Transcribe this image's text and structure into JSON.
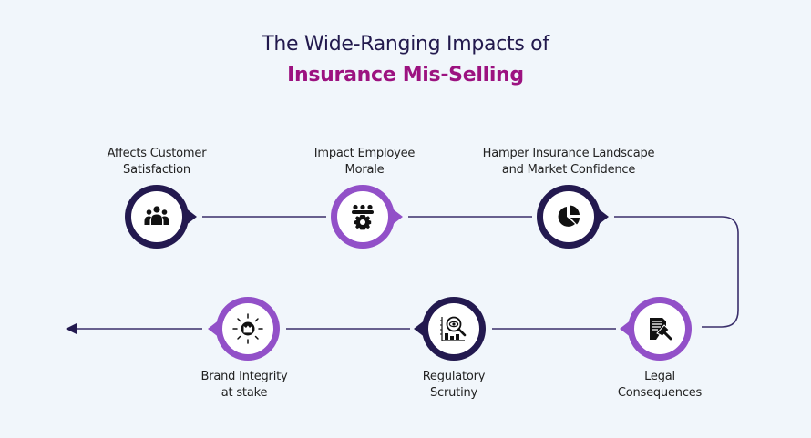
{
  "title": {
    "line1": "The Wide-Ranging Impacts of",
    "line2": "Insurance Mis-Selling"
  },
  "colors": {
    "background": "#f1f6fb",
    "title_dark": "#22194d",
    "title_accent": "#9c1280",
    "navy": "#23194f",
    "purple": "#9250c8",
    "connector": "#3a2f6b",
    "icon": "#111111"
  },
  "steps": [
    {
      "label_line1": "Affects Customer",
      "label_line2": "Satisfaction",
      "icon": "people-group-icon",
      "ring": "navy"
    },
    {
      "label_line1": "Impact Employee",
      "label_line2": "Morale",
      "icon": "team-gear-icon",
      "ring": "purple"
    },
    {
      "label_line1": "Hamper Insurance Landscape",
      "label_line2": "and Market Confidence",
      "icon": "pie-chart-icon",
      "ring": "navy"
    },
    {
      "label_line1": "Legal",
      "label_line2": "Consequences",
      "icon": "legal-document-gavel-icon",
      "ring": "purple"
    },
    {
      "label_line1": "Regulatory",
      "label_line2": "Scrutiny",
      "icon": "magnifier-eye-chart-icon",
      "ring": "navy"
    },
    {
      "label_line1": "Brand Integrity",
      "label_line2": "at stake",
      "icon": "brand-crown-shine-icon",
      "ring": "purple"
    }
  ]
}
